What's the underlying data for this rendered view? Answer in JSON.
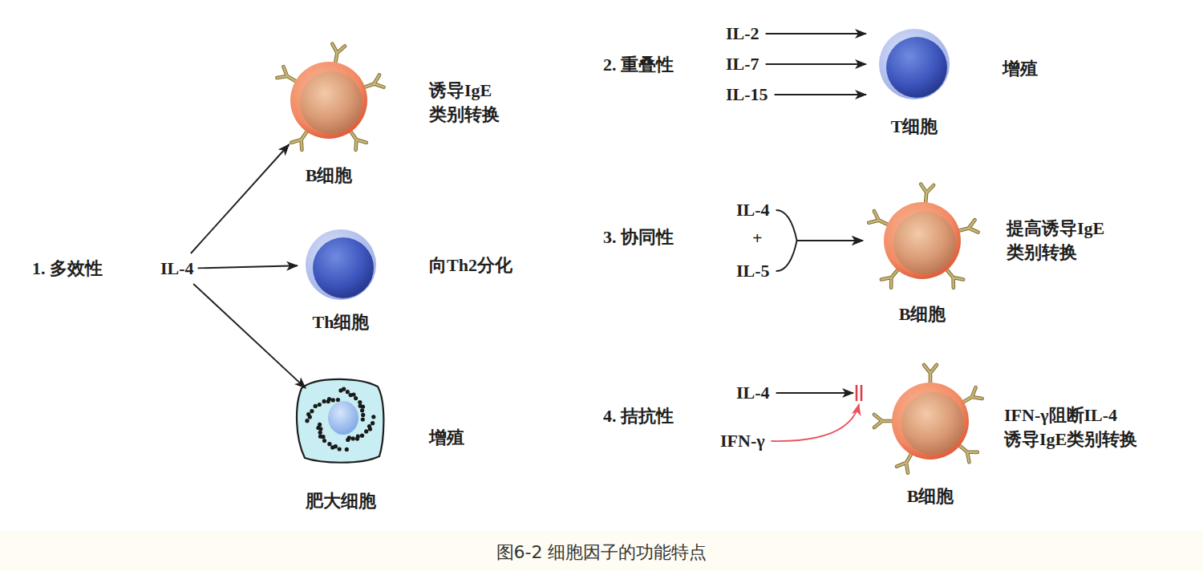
{
  "diagram": {
    "caption": "图6-2 细胞因子的功能特点",
    "nodes": [
      {
        "text": [
          "IL-4"
        ]
      },
      {
        "text": [
          "B细胞"
        ]
      },
      {
        "text": [
          "Th细胞"
        ]
      },
      {
        "text": [
          "肥大细胞"
        ]
      },
      {
        "text": [
          "IL-2"
        ]
      },
      {
        "text": [
          "IL-7"
        ]
      },
      {
        "text": [
          "IL-15"
        ]
      },
      {
        "text": [
          "T细胞"
        ]
      },
      {
        "text": [
          "IL-4"
        ]
      },
      {
        "text": [
          "IL-5"
        ]
      },
      {
        "text": [
          "B细胞"
        ]
      },
      {
        "text": [
          "IL-4"
        ]
      },
      {
        "text": [
          "IFN-γ"
        ]
      },
      {
        "text": [
          "B细胞"
        ]
      }
    ],
    "edges": [
      {
        "from": 0,
        "to": 1,
        "arrow": "to"
      },
      {
        "from": 0,
        "to": 2,
        "arrow": "to"
      },
      {
        "from": 0,
        "to": 3,
        "arrow": "to"
      },
      {
        "from": 4,
        "to": 7,
        "arrow": "to"
      },
      {
        "from": 5,
        "to": 7,
        "arrow": "to"
      },
      {
        "from": 6,
        "to": 7,
        "arrow": "to"
      },
      {
        "from": 8,
        "to": 10,
        "arrow": "to"
      },
      {
        "from": 9,
        "to": 10,
        "arrow": "to"
      },
      {
        "from": 11,
        "to": 13,
        "arrow": "to"
      },
      {
        "from": 12,
        "to": 13,
        "arrow": "to"
      }
    ],
    "labels": [
      "1. 多效性",
      "诱导IgE 类别转换",
      "向Th2分化",
      "增殖",
      "2. 重叠性",
      "增殖",
      "3. 协同性",
      "+",
      "提高诱导IgE 类别转换",
      "4. 拮抗性",
      "IFN-γ阻断IL-4 诱导IgE类别转换"
    ]
  }
}
